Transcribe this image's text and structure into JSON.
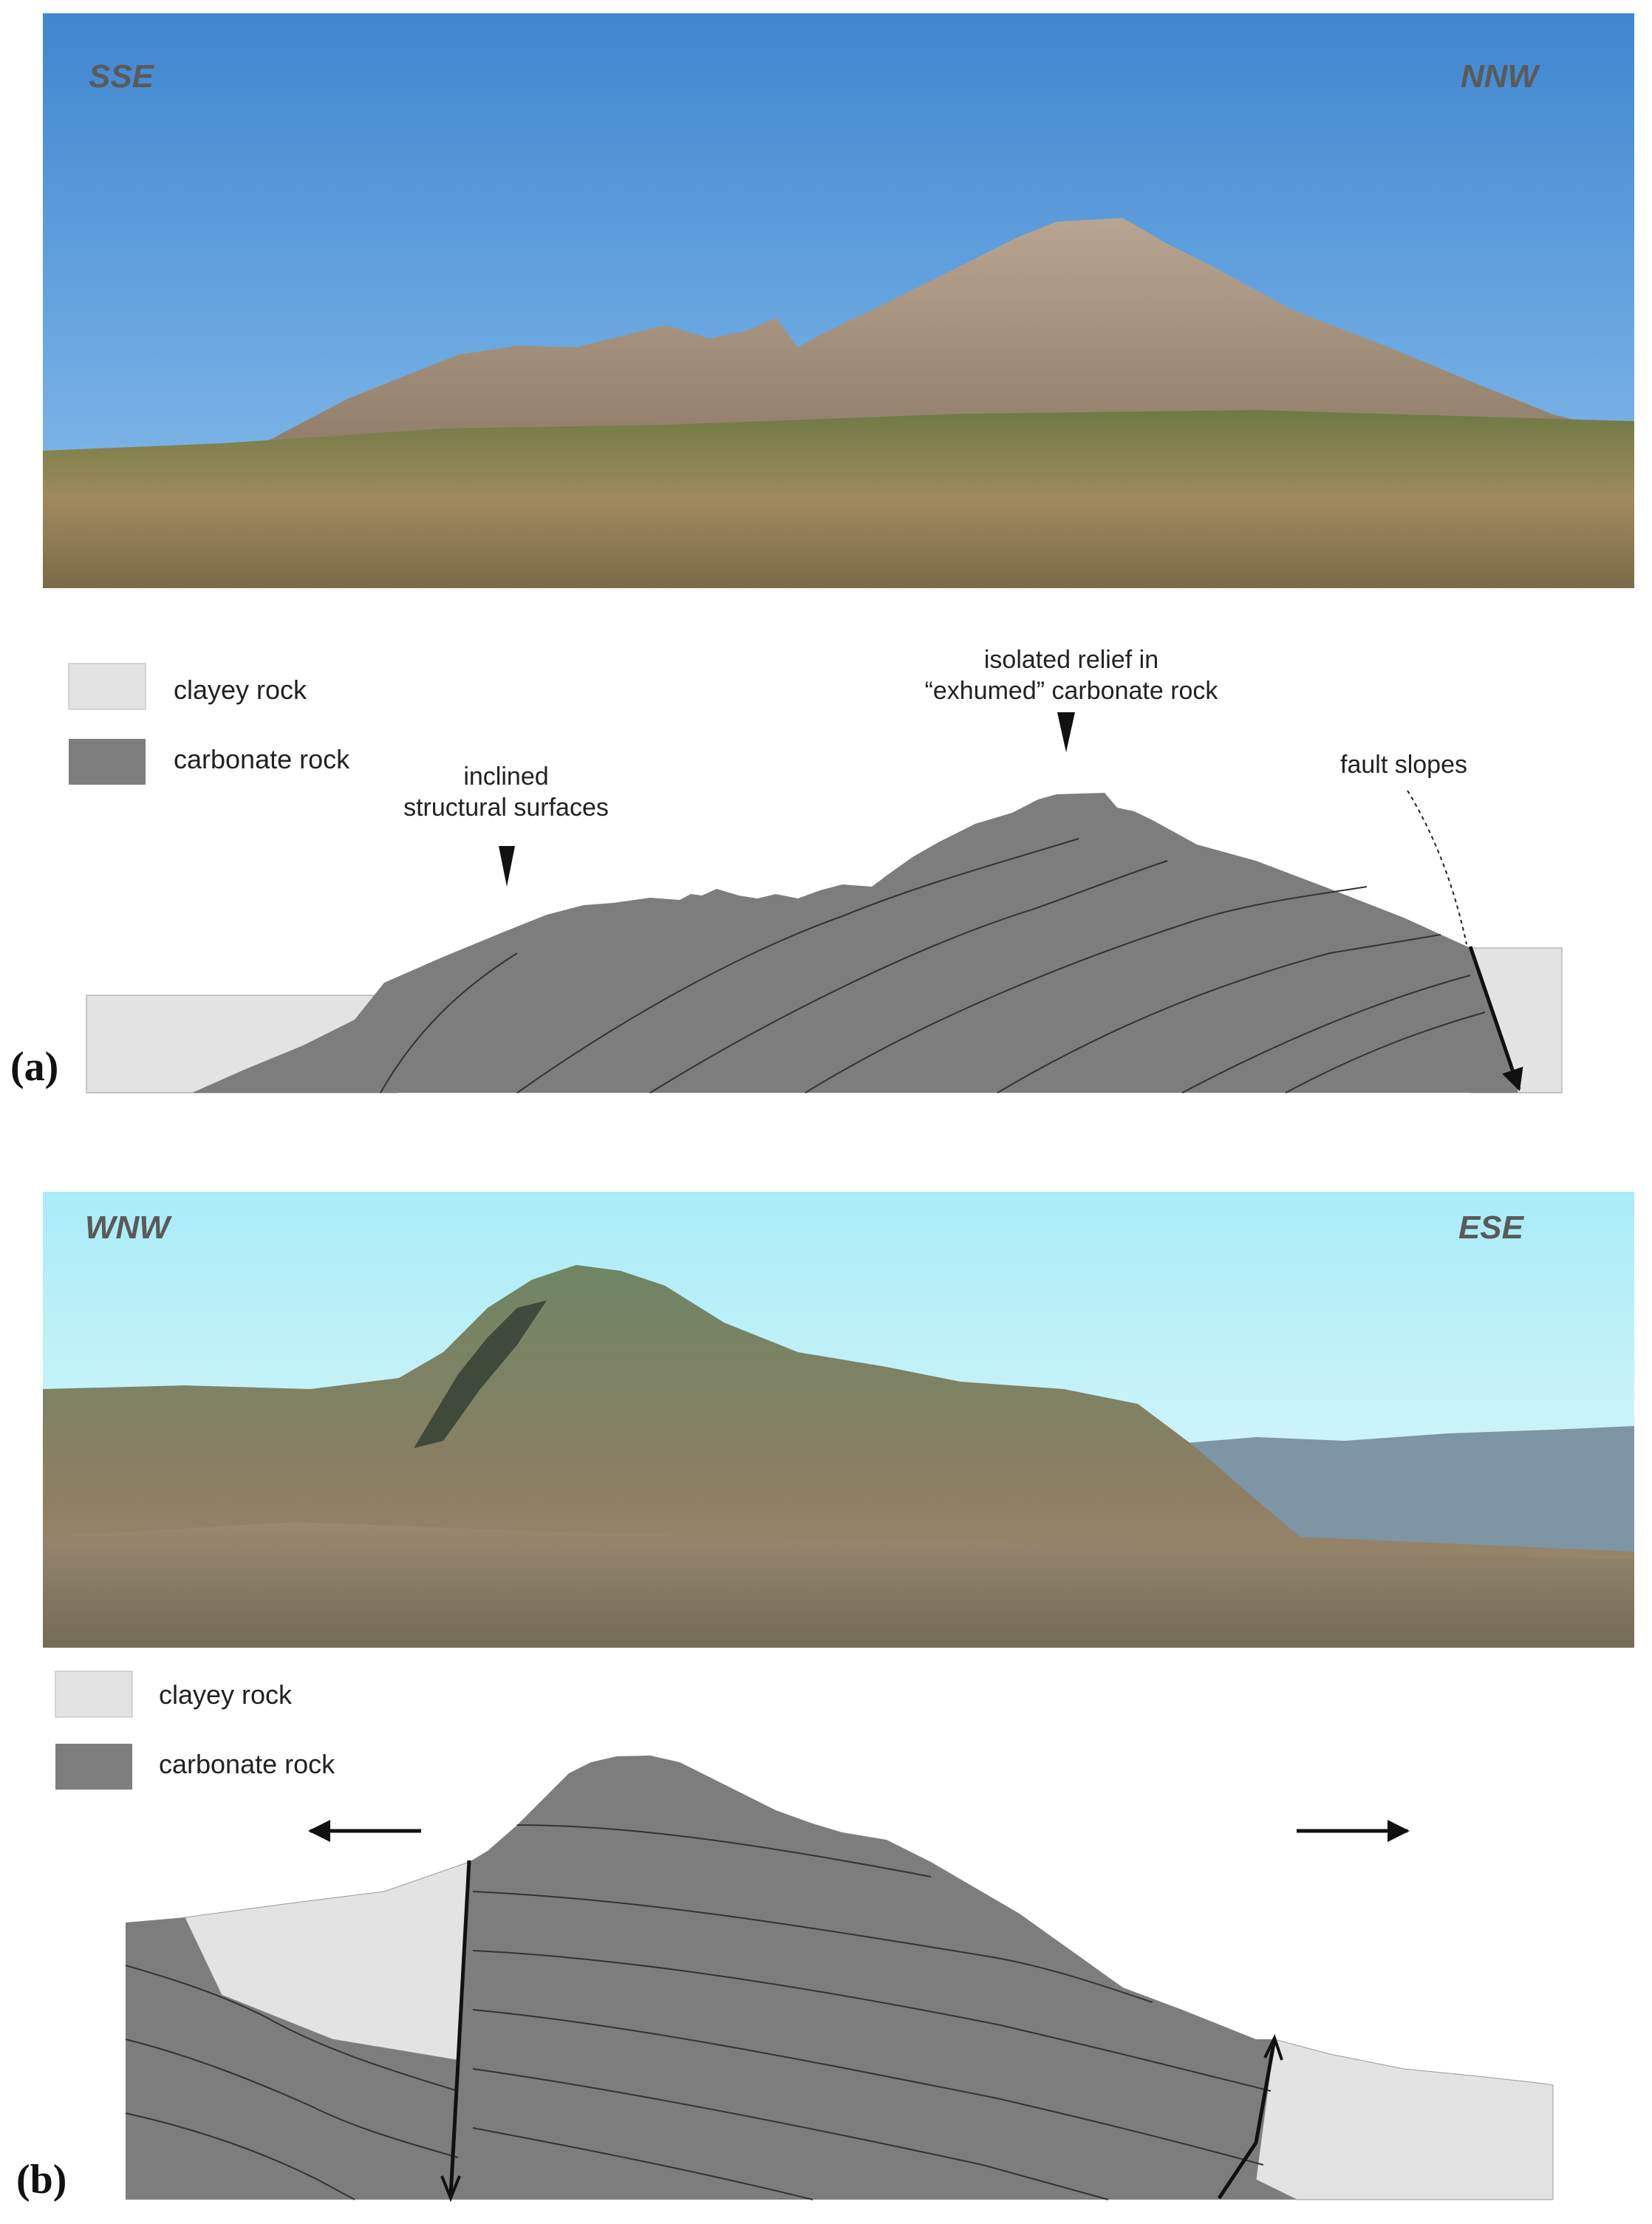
{
  "panel_a": {
    "label": "(a)",
    "direction_left": "SSE",
    "direction_right": "NNW",
    "legend": [
      {
        "label": "clayey rock",
        "color": "#e3e3e3"
      },
      {
        "label": "carbonate rock",
        "color": "#7d7d7d"
      }
    ],
    "annotations": {
      "inclined_line1": "inclined",
      "inclined_line2": "structural surfaces",
      "isolated_line1": "isolated relief in",
      "isolated_line2": "“exhumed” carbonate rock",
      "fault": "fault slopes"
    }
  },
  "panel_b": {
    "label": "(b)",
    "direction_left": "WNW",
    "direction_right": "ESE",
    "legend": [
      {
        "label": "clayey rock",
        "color": "#e3e3e3"
      },
      {
        "label": "carbonate rock",
        "color": "#7d7d7d"
      }
    ]
  },
  "colors": {
    "clay": "#e3e3e3",
    "carbonate": "#7d7d7d",
    "outline": "#333333"
  }
}
